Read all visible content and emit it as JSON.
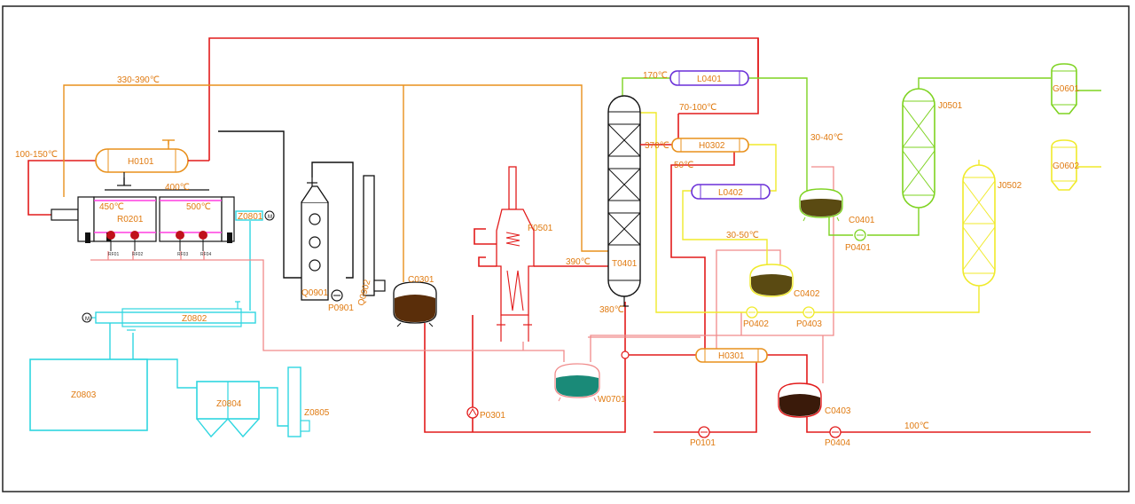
{
  "colors": {
    "red": "#e21b1b",
    "orange": "#e8901c",
    "black": "#111111",
    "cyan": "#2fd6e0",
    "green": "#7ed321",
    "yellow": "#f0ea2a",
    "purple": "#6a2fd8",
    "pink": "#f08a8a",
    "magenta": "#ff3fe0",
    "teal": "#1a8a78",
    "label": "#e07a10",
    "oil_brown": "#4a2a0a"
  },
  "temperatures": {
    "t_330_390": "330-390℃",
    "t_100_150": "100-150℃",
    "t_400": "400℃",
    "t_450": "450℃",
    "t_500": "500℃",
    "t_170": "170℃",
    "t_70_100": "70-100℃",
    "t_370": "370℃",
    "t_50": "50℃",
    "t_30_40": "30-40℃",
    "t_30_50": "30-50℃",
    "t_390": "390℃",
    "t_380": "380℃",
    "t_100": "100℃"
  },
  "equipment": {
    "H0101": "H0101",
    "R0201": "R0201",
    "Z0801": "Z0801",
    "Z0802": "Z0802",
    "Z0803": "Z0803",
    "Z0804": "Z0804",
    "Z0805": "Z0805",
    "Q0901": "Q0901",
    "P0901": "P0901",
    "Q0902": "Q0902",
    "C0301": "C0301",
    "F0501": "F0501",
    "P0301": "P0301",
    "W0701": "W0701",
    "T0401": "T0401",
    "L0401": "L0401",
    "H0302": "H0302",
    "L0402": "L0402",
    "C0401": "C0401",
    "P0401": "P0401",
    "C0402": "C0402",
    "P0402": "P0402",
    "P0403": "P0403",
    "H0301": "H0301",
    "C0403": "C0403",
    "P0101": "P0101",
    "P0404": "P0404",
    "J0501": "J0501",
    "J0502": "J0502",
    "G0601": "G0601",
    "G0602": "G0602"
  },
  "burners": [
    "RF01",
    "RF02",
    "RF03",
    "RF04"
  ],
  "motor_symbol": "M"
}
